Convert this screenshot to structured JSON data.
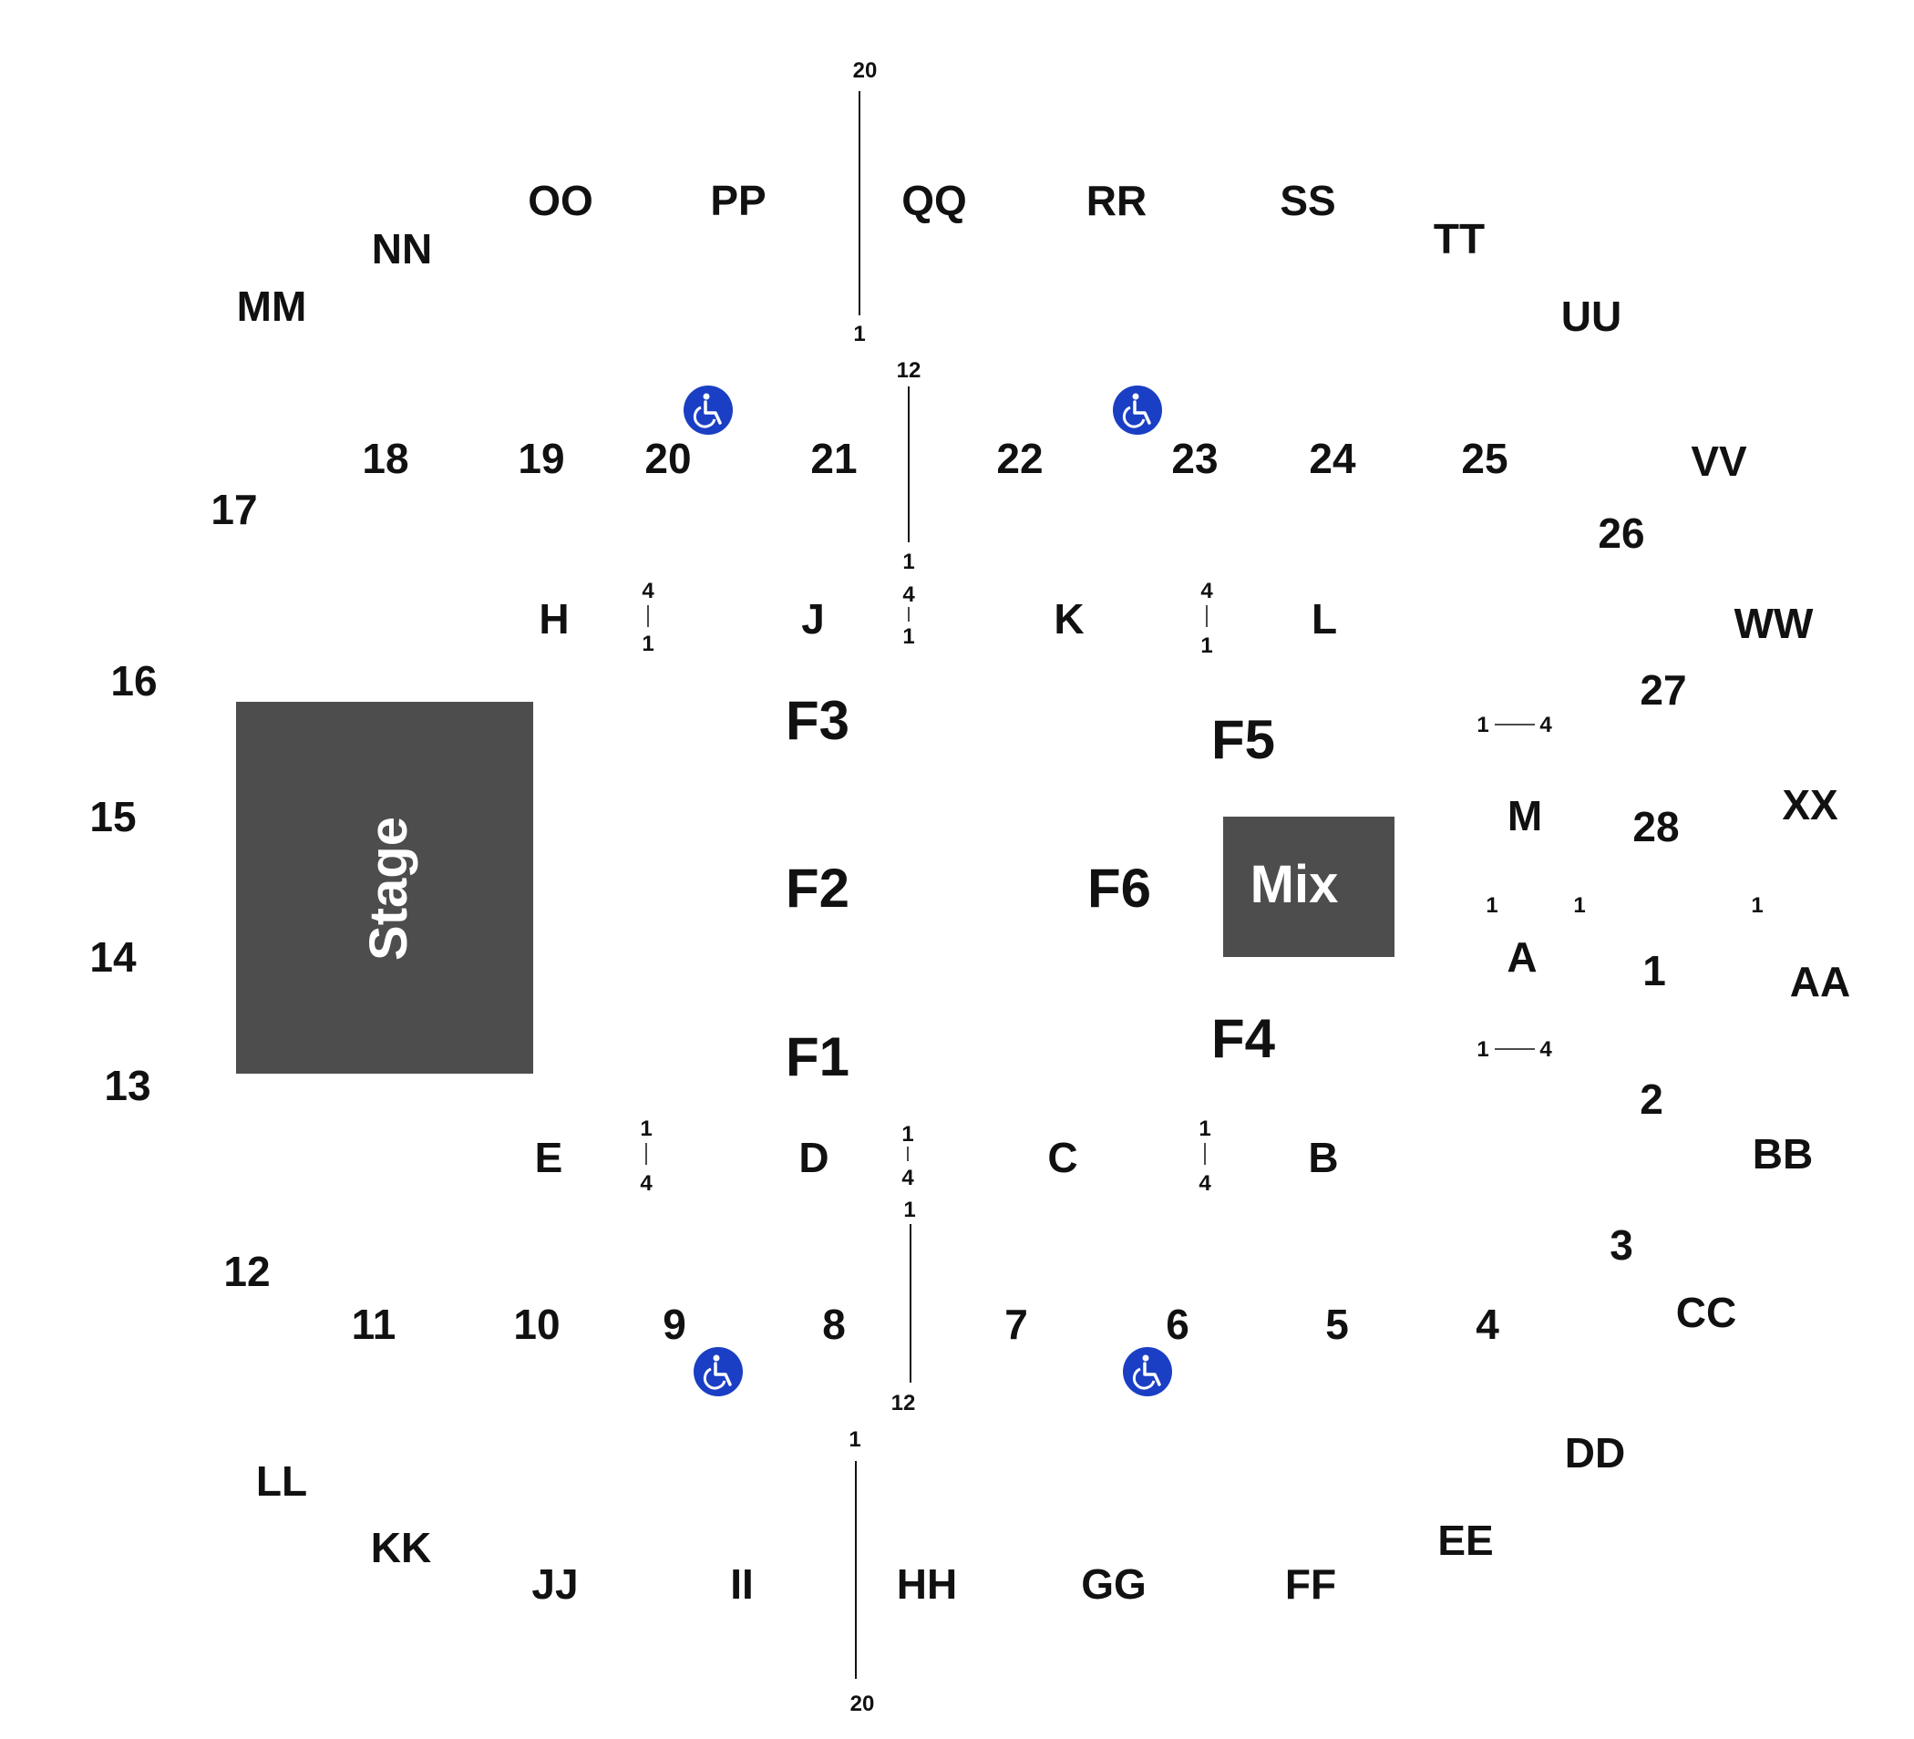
{
  "stage": {
    "label": "Stage",
    "color": "#4d4d4d"
  },
  "mix": {
    "label": "Mix",
    "color": "#4d4d4d"
  },
  "accessibility_icon": {
    "name": "wheelchair-icon",
    "color": "#1a3fc4"
  },
  "floor_sections": [
    "F1",
    "F2",
    "F3",
    "F4",
    "F5",
    "F6"
  ],
  "inner_sections": [
    "A",
    "B",
    "C",
    "D",
    "E",
    "H",
    "J",
    "K",
    "L",
    "M"
  ],
  "numbered_sections": [
    "1",
    "2",
    "3",
    "4",
    "5",
    "6",
    "7",
    "8",
    "9",
    "10",
    "11",
    "12",
    "13",
    "14",
    "15",
    "16",
    "17",
    "18",
    "19",
    "20",
    "21",
    "22",
    "23",
    "24",
    "25",
    "26",
    "27",
    "28"
  ],
  "outer_sections": [
    "AA",
    "BB",
    "CC",
    "DD",
    "EE",
    "FF",
    "GG",
    "HH",
    "II",
    "JJ",
    "KK",
    "LL",
    "MM",
    "NN",
    "OO",
    "PP",
    "QQ",
    "RR",
    "SS",
    "TT",
    "UU",
    "VV",
    "WW",
    "XX"
  ],
  "row_markers": {
    "upper_aisle": [
      "20",
      "1"
    ],
    "upper_mid_aisle": [
      "12",
      "1"
    ],
    "lower_aisle": [
      "1",
      "20"
    ],
    "lower_mid_aisle": [
      "1",
      "12"
    ],
    "inner_small": [
      "4",
      "1",
      "4",
      "1",
      "4",
      "1",
      "1",
      "4",
      "1",
      "4",
      "1",
      "4",
      "1",
      "4",
      "1",
      "4",
      "1",
      "1",
      "1"
    ]
  }
}
